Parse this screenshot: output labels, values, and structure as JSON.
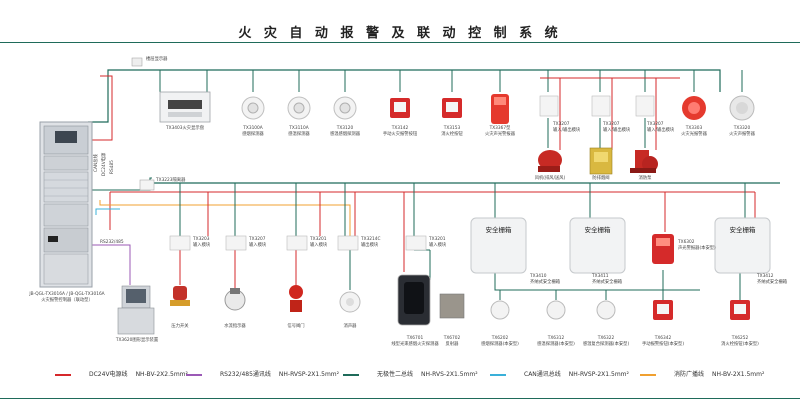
{
  "title": "火 灾 自 动 报 警 及 联 动 控 制 系 统",
  "labels": {
    "panel": "JB-QGL-TX3016A / JB-QGL-TX3016A\n火灾报警控制器（联动型）",
    "floor_display": "TX3403火灾显示盘",
    "display_top": "楼层显示器",
    "monitor": "TX3620图形显示装置",
    "rs232": "RS232/485",
    "tx3223": "TX3223隔离器",
    "d_tx3100a": "TX3100A\n感烟探测器",
    "d_tx3110a": "TX3110A\n感温探测器",
    "d_tx3120": "TX3120\n感温感烟探测器",
    "d_tx3142": "TX3142\n手动火灾报警按钮",
    "d_tx3153": "TX3153\n消火栓按钮",
    "d_tx3367": "TX3367型\n火灾声光警报器",
    "d_tx3207a": "TX3207\n输入/输出模块",
    "d_tx3207b": "TX3207\n输入/输出模块",
    "d_tx3207c": "TX3207\n输入/输出模块",
    "d_tx3303": "TX3303\n火灾光报警器",
    "d_tx3320": "TX3320\n火灾声报警器",
    "fan": "风机(排风/送风)",
    "damper": "防排烟阀",
    "pump": "消防泵",
    "m_tx3203a": "TX3203\n输入模块",
    "m_tx3207d": "TX3207\n输入模块",
    "m_tx3201a": "TX3201\n输入模块",
    "m_tx3214c": "TX3214C\n输出模块",
    "m_tx3201b": "TX3201\n输入模块",
    "pressure": "压力开关",
    "flow": "水流指示器",
    "valve": "信号阀门",
    "sounder": "消声器",
    "beam": "TX6701\n线型光束感烟火灾探测器",
    "beam2": "TX6702\n反射器",
    "box1": "安全栅箱",
    "box2": "安全栅箱",
    "box3": "安全栅箱",
    "box1_lbl": "TX3410\n齐纳式安全栅箱",
    "box2_lbl": "TX3411\n齐纳式安全栅箱",
    "box3_lbl": "TX3412\n齐纳式安全栅箱",
    "ex1": "TX6202\n感烟探测器(本安型)",
    "ex2": "TX6312\n感温探测器(本安型)",
    "ex3": "TX6322\n感温复合探测器(本安型)",
    "ex4": "TX6342\n手动报警按钮(本安型)",
    "ex5": "TX6252\n消火栓按钮(本安型)",
    "ex6": "TX6302\n声光警报器(本安型)",
    "bus_labels": [
      "CAN总线",
      "DC24V电源",
      "RS485"
    ]
  },
  "legend": [
    {
      "color": "#d6282b",
      "text": "DC24V电源线",
      "cable": "NH-BV-2X2.5mm²"
    },
    {
      "color": "#9b59b6",
      "text": "RS232/485通讯线",
      "cable": "NH-RVSP-2X1.5mm²"
    },
    {
      "color": "#1f6b5a",
      "text": "无极性二总线",
      "cable": "NH-RVS-2X1.5mm²"
    },
    {
      "color": "#3ab0d9",
      "text": "CAN通讯总线",
      "cable": "NH-RVSP-2X1.5mm²"
    },
    {
      "color": "#f0a030",
      "text": "消防广播线",
      "cable": "NH-BV-2X1.5mm²"
    }
  ]
}
